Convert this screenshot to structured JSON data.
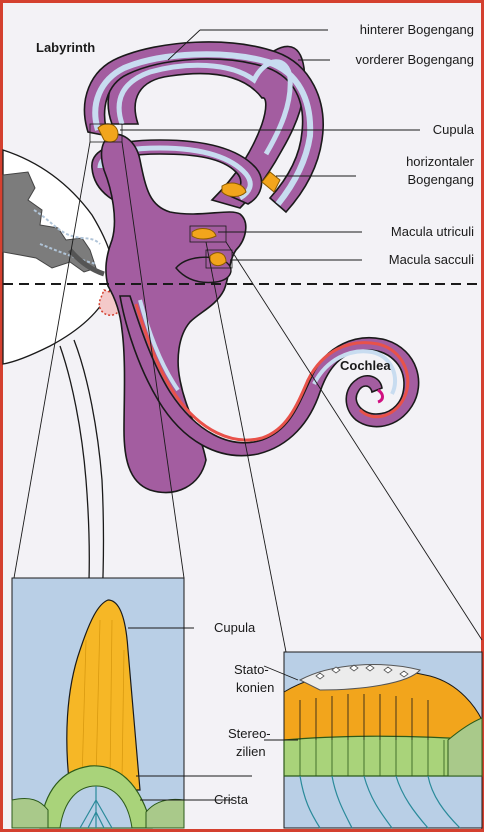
{
  "labels": {
    "labyrinth": "Labyrinth",
    "cochlea": "Cochlea",
    "hinterer_bogengang": "hinterer Bogengang",
    "vorderer_bogengang": "vorderer Bogengang",
    "cupula": "Cupula",
    "horizontaler_1": "horizontaler",
    "horizontaler_2": "Bogengang",
    "macula_utriculi": "Macula utriculi",
    "macula_sacculi": "Macula sacculi",
    "detail_cupula": "Cupula",
    "statokonien_1": "Stato-",
    "statokonien_2": "konien",
    "stereozilien_1": "Stereo-",
    "stereozilien_2": "zilien",
    "crista": "Crista"
  },
  "colors": {
    "frame_border": "#d4402f",
    "background": "#f3f2f6",
    "labyrinth_purple": "#a35da0",
    "endolymph_blue": "#c8dcf0",
    "cochlea_red": "#e8524a",
    "sensory_orange": "#f2a51c",
    "cupula_yellow": "#f6b726",
    "hair_cells_green": "#a9d37a",
    "inset_bg": "#b9cfe6",
    "bone_grey": "#808080"
  },
  "icons": {
    "labyrinth": "inner-ear-labyrinth-illustration",
    "crista_detail": "crista-ampullaris-illustration",
    "macula_detail": "macula-otolith-illustration"
  }
}
